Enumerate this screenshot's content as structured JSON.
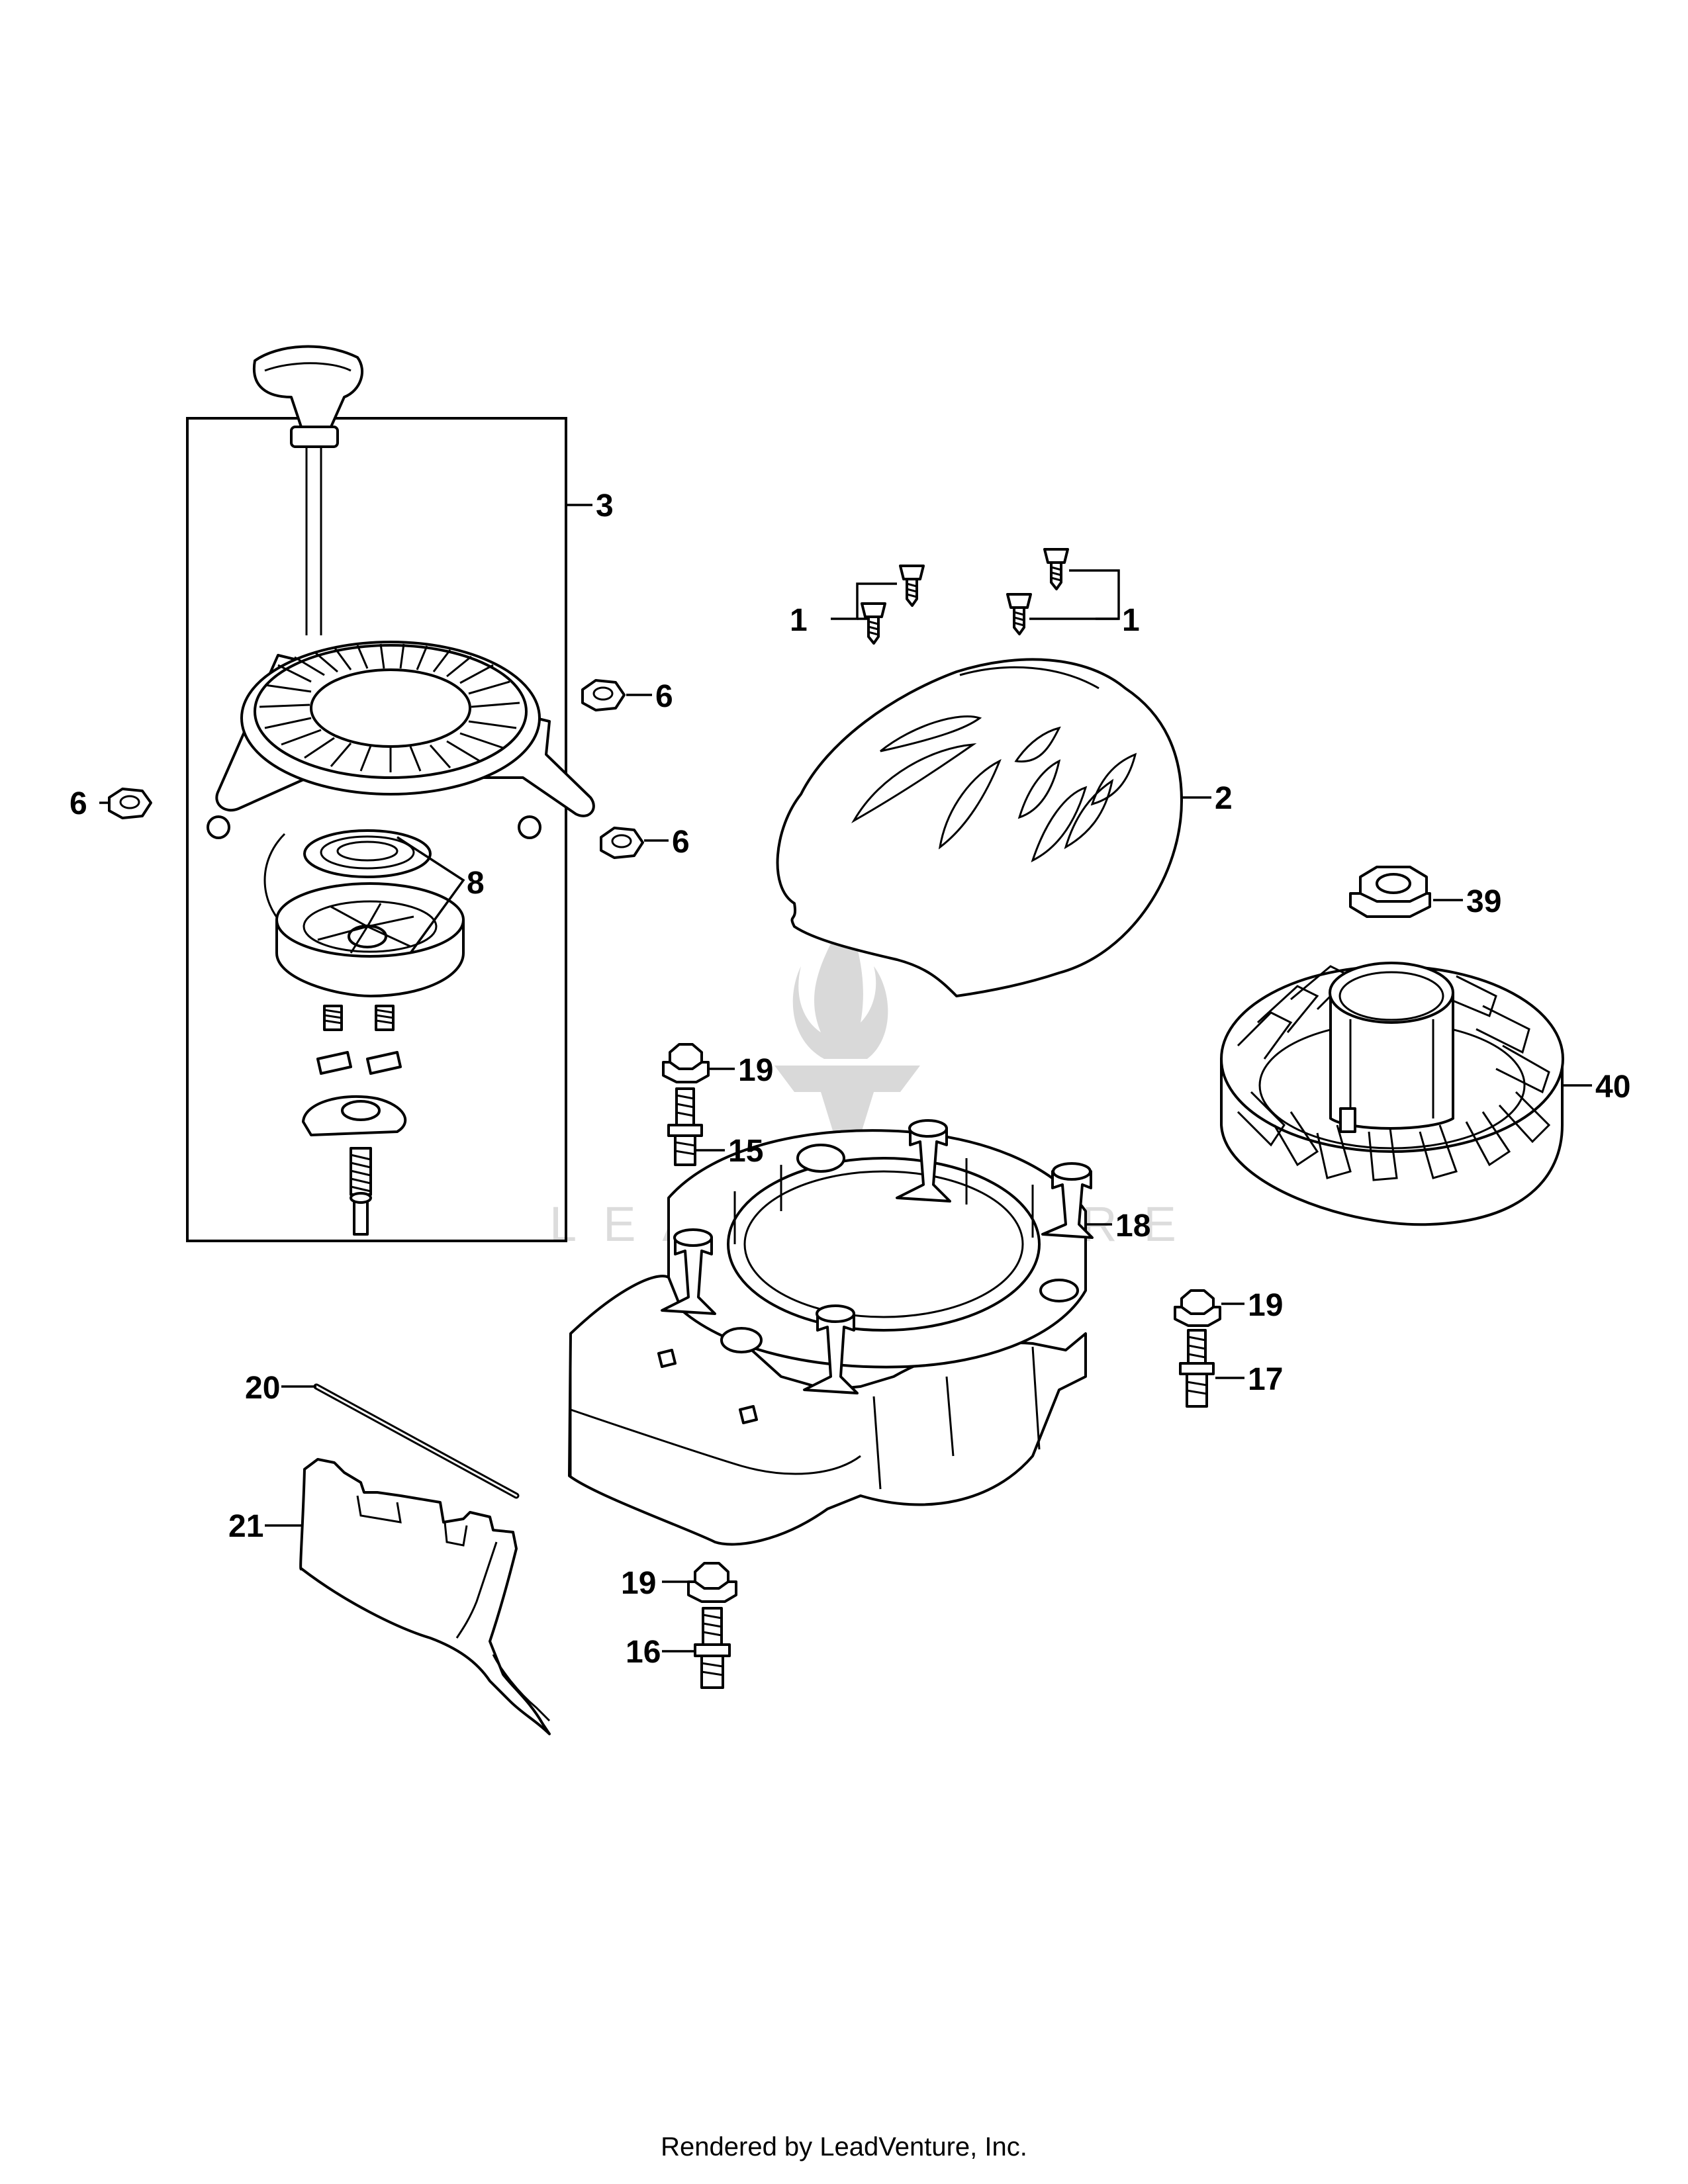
{
  "watermark": {
    "text": "LEADVENTURE"
  },
  "footer": {
    "text": "Rendered by LeadVenture, Inc."
  },
  "callouts": {
    "c1a": "1",
    "c1b": "1",
    "c2": "2",
    "c3": "3",
    "c6a": "6",
    "c6b": "6",
    "c6c": "6",
    "c8": "8",
    "c15": "15",
    "c16": "16",
    "c17": "17",
    "c18": "18",
    "c19a": "19",
    "c19b": "19",
    "c19c": "19",
    "c20": "20",
    "c21": "21",
    "c39": "39",
    "c40": "40"
  }
}
